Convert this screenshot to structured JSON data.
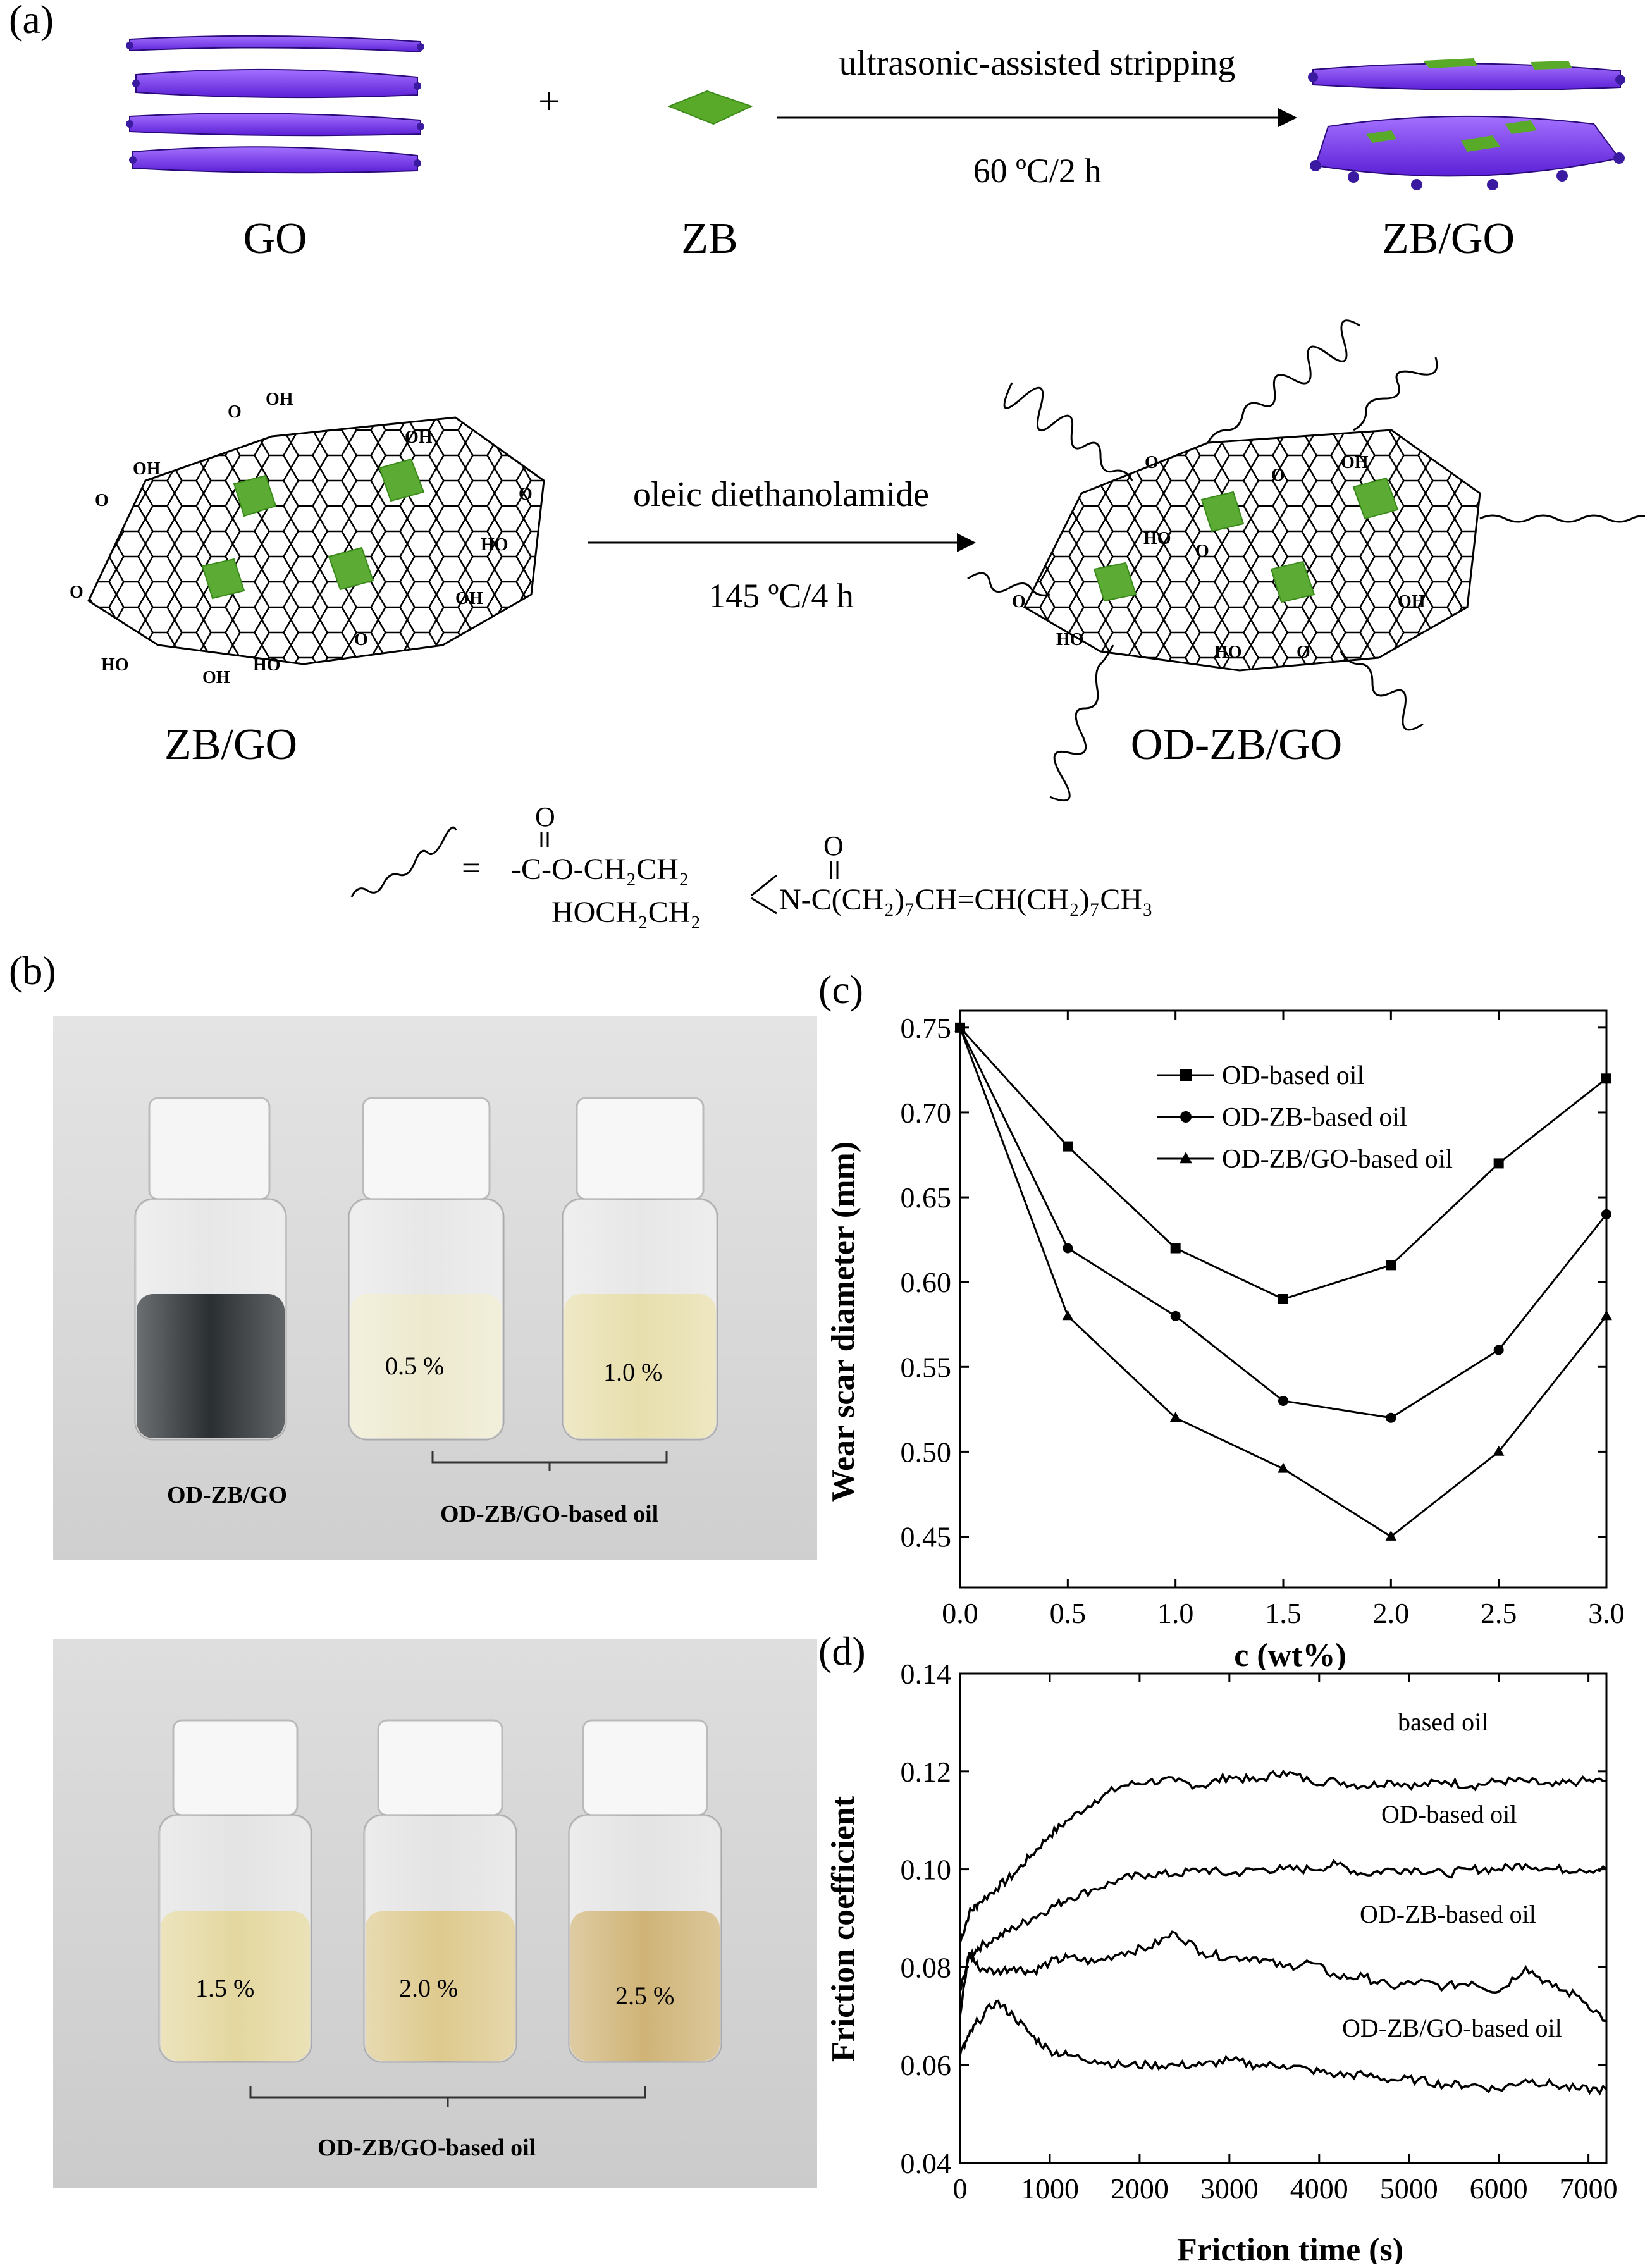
{
  "panels": {
    "a": "(a)",
    "b": "(b)",
    "c": "(c)",
    "d": "(d)"
  },
  "scheme": {
    "row1": {
      "go_label": "GO",
      "plus": "+",
      "zb_label": "ZB",
      "arrow_top": "ultrasonic-assisted stripping",
      "arrow_bottom": "60 ºC/2 h",
      "product_label": "ZB/GO"
    },
    "row2": {
      "reactant_label": "ZB/GO",
      "arrow_top": "oleic diethanolamide",
      "arrow_bottom": "145 ºC/4 h",
      "product_label": "OD-ZB/GO"
    },
    "groups": {
      "oh": "OH",
      "ho": "HO",
      "o": "O",
      "oh_bar": "OH",
      "cooh_o": "O"
    },
    "legend_formula": {
      "equals": "=",
      "line1": "-C-O-CH₂CH₂",
      "line2a": "HOCH₂CH₂",
      "line2b": "N-C(CH₂)₇CH=CH(CH₂)₇CH₃",
      "o_top1": "O",
      "o_top2": "O"
    }
  },
  "photos": {
    "top": {
      "vial_labels": [
        "0.5 %",
        "1.0 %"
      ],
      "caption_left": "OD-ZB/GO",
      "caption_right": "OD-ZB/GO-based oil"
    },
    "bottom": {
      "vial_labels": [
        "1.5 %",
        "2.0 %",
        "2.5 %"
      ],
      "caption": "OD-ZB/GO-based oil"
    },
    "colors": {
      "background": "#d9d9d9",
      "black_liquid": "#1e2326",
      "light_oil": "#ece9cf",
      "mid_oil": "#e3d9a0",
      "amber_oil": "#d9c17a",
      "cap": "#f7f7f7"
    }
  },
  "chart_data": [
    {
      "type": "line",
      "panel": "c",
      "xlabel": "c (wt%)",
      "ylabel": "Wear scar diameter (mm)",
      "xlim": [
        0.0,
        3.0
      ],
      "ylim": [
        0.42,
        0.76
      ],
      "xticks": [
        "0.0",
        "0.5",
        "1.0",
        "1.5",
        "2.0",
        "2.5",
        "3.0"
      ],
      "yticks": [
        "0.45",
        "0.50",
        "0.55",
        "0.60",
        "0.65",
        "0.70",
        "0.75"
      ],
      "x": [
        0.0,
        0.5,
        1.0,
        1.5,
        2.0,
        2.5,
        3.0
      ],
      "series": [
        {
          "name": "OD-based oil",
          "marker": "square",
          "values": [
            0.75,
            0.68,
            0.62,
            0.59,
            0.61,
            0.67,
            0.72
          ]
        },
        {
          "name": "OD-ZB-based oil",
          "marker": "circle",
          "values": [
            0.75,
            0.62,
            0.58,
            0.53,
            0.52,
            0.56,
            0.64
          ]
        },
        {
          "name": "OD-ZB/GO-based oil",
          "marker": "triangle",
          "values": [
            0.75,
            0.58,
            0.52,
            0.49,
            0.45,
            0.5,
            0.58
          ]
        }
      ],
      "legend": "top-right",
      "grid": false
    },
    {
      "type": "line",
      "panel": "d",
      "xlabel": "Friction time (s)",
      "ylabel": "Friction coefficient",
      "xlim": [
        0,
        7200
      ],
      "ylim": [
        0.04,
        0.14
      ],
      "xticks": [
        "0",
        "1000",
        "2000",
        "3000",
        "4000",
        "5000",
        "6000",
        "7000"
      ],
      "yticks": [
        "0.04",
        "0.06",
        "0.08",
        "0.10",
        "0.12",
        "0.14"
      ],
      "x": [
        0,
        100,
        200,
        400,
        600,
        800,
        1000,
        1200,
        1500,
        1800,
        2100,
        2400,
        2700,
        3000,
        3300,
        3600,
        3900,
        4200,
        4500,
        4800,
        5100,
        5400,
        5700,
        6000,
        6300,
        6600,
        6900,
        7200
      ],
      "series": [
        {
          "name": "based oil",
          "values": [
            0.085,
            0.091,
            0.093,
            0.096,
            0.099,
            0.103,
            0.107,
            0.11,
            0.114,
            0.117,
            0.118,
            0.118,
            0.117,
            0.119,
            0.118,
            0.12,
            0.118,
            0.118,
            0.117,
            0.118,
            0.117,
            0.118,
            0.117,
            0.118,
            0.118,
            0.117,
            0.118,
            0.118
          ]
        },
        {
          "name": "OD-based oil",
          "values": [
            0.075,
            0.082,
            0.084,
            0.086,
            0.088,
            0.09,
            0.092,
            0.094,
            0.096,
            0.098,
            0.099,
            0.099,
            0.1,
            0.099,
            0.1,
            0.1,
            0.1,
            0.101,
            0.099,
            0.1,
            0.1,
            0.099,
            0.1,
            0.1,
            0.101,
            0.1,
            0.1,
            0.1
          ]
        },
        {
          "name": "OD-ZB-based oil",
          "values": [
            0.07,
            0.083,
            0.08,
            0.079,
            0.08,
            0.079,
            0.081,
            0.082,
            0.081,
            0.083,
            0.084,
            0.087,
            0.083,
            0.082,
            0.082,
            0.08,
            0.081,
            0.078,
            0.078,
            0.076,
            0.077,
            0.076,
            0.077,
            0.075,
            0.08,
            0.076,
            0.074,
            0.069
          ]
        },
        {
          "name": "OD-ZB/GO-based oil",
          "values": [
            0.062,
            0.066,
            0.069,
            0.073,
            0.07,
            0.066,
            0.063,
            0.062,
            0.061,
            0.06,
            0.06,
            0.06,
            0.06,
            0.061,
            0.06,
            0.06,
            0.059,
            0.058,
            0.058,
            0.057,
            0.057,
            0.056,
            0.056,
            0.055,
            0.057,
            0.056,
            0.055,
            0.055
          ]
        }
      ],
      "grid": false
    }
  ]
}
